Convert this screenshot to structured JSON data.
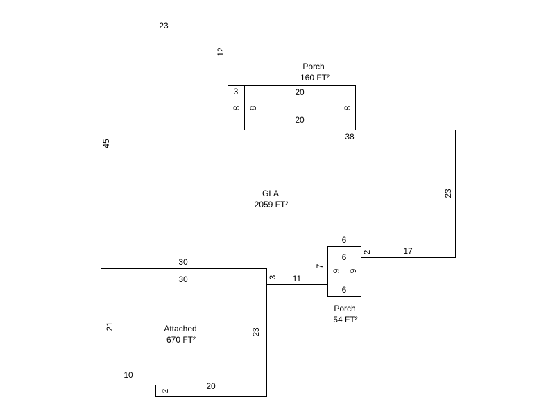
{
  "areas": {
    "gla": {
      "name": "GLA",
      "area": "2059 FT²"
    },
    "porch_top": {
      "name": "Porch",
      "area": "160 FT²"
    },
    "porch_small": {
      "name": "Porch",
      "area": "54 FT²"
    },
    "attached": {
      "name": "Attached",
      "area": "670 FT²"
    }
  },
  "dimensions": {
    "gla_top": "23",
    "gla_notch": "12",
    "gla_step": "3",
    "gla_step_side": "8",
    "gla_left": "45",
    "gla_mid": "38",
    "gla_right": "23",
    "gla_lower": "17",
    "gla_small_step": "2",
    "gla_porch_side": "7",
    "gla_bottom": "11",
    "gla_att_side": "3",
    "gla_att_top": "30",
    "porch_top_top": "20",
    "porch_top_bottom": "20",
    "porch_top_left": "8",
    "porch_top_right": "8",
    "porch_small_top_outer": "6",
    "porch_small_top": "6",
    "porch_small_bottom": "6",
    "porch_small_left": "9",
    "porch_small_right": "9",
    "att_top": "30",
    "att_left": "21",
    "att_right": "23",
    "att_bottom_left": "10",
    "att_notch": "2",
    "att_bottom": "20"
  }
}
